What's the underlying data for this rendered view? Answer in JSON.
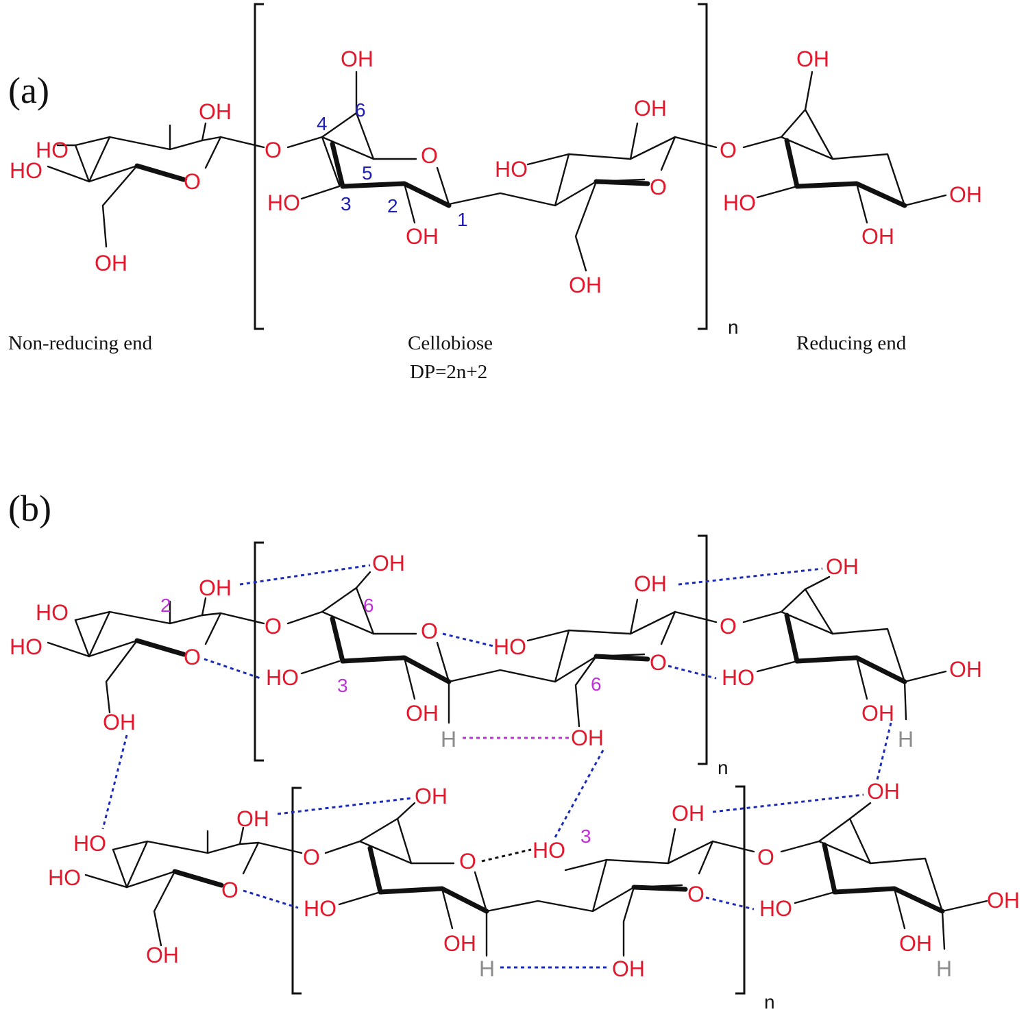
{
  "panels": {
    "a": {
      "label": "(a)",
      "captions": {
        "non_reducing": "Non-reducing end",
        "cellobiose": "Cellobiose",
        "dp": "DP=2n+2",
        "reducing": "Reducing end"
      },
      "repeat_subscript": "n",
      "atoms": {
        "oh": "OH",
        "ho": "HO",
        "o": "O"
      },
      "carbon_numbers": [
        "1",
        "2",
        "3",
        "4",
        "5",
        "6"
      ]
    },
    "b": {
      "label": "(b)",
      "repeat_subscript": "n",
      "atoms": {
        "oh": "OH",
        "ho": "HO",
        "o": "O",
        "h": "H"
      },
      "carbon_numbers": {
        "c2": "2",
        "c3": "3",
        "c6": "6"
      }
    }
  },
  "colors": {
    "atom": "#e3182d",
    "hydrogen": "#8c8c8c",
    "carbon_number_a": "#1f1fb3",
    "carbon_number_b": "#c030d8",
    "hbond_inter": "#1a2bb8",
    "hbond_intra": "#c030d8",
    "bond": "#111111"
  }
}
